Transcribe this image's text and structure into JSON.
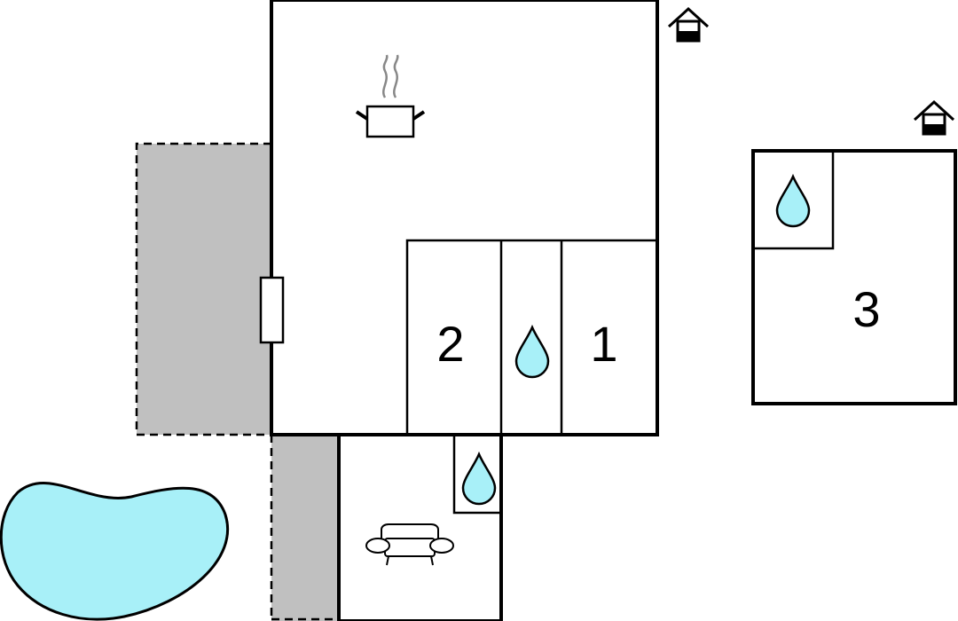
{
  "floorplan": {
    "rooms": [
      {
        "id": "bedroom-2",
        "label": "2"
      },
      {
        "id": "bedroom-1",
        "label": "1"
      },
      {
        "id": "bedroom-3",
        "label": "3"
      }
    ],
    "icons": {
      "kitchen": "cooking-pot-icon",
      "bathroom": "water-drop-icon",
      "living": "sofa-icon",
      "entrance": "house-entrance-icon"
    },
    "colors": {
      "water": "#a8f0f8",
      "terrace": "#c0c0c0",
      "wall": "#000000",
      "floor": "#ffffff"
    }
  }
}
